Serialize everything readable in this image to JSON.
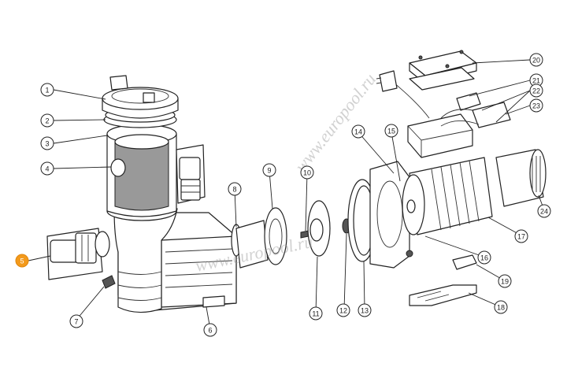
{
  "watermark": "www.europool.ru",
  "highlight_color": "#f39a1c",
  "callouts": [
    {
      "label": "1"
    },
    {
      "label": "2"
    },
    {
      "label": "3"
    },
    {
      "label": "4"
    },
    {
      "label": "5"
    },
    {
      "label": "6"
    },
    {
      "label": "7"
    },
    {
      "label": "8"
    },
    {
      "label": "9"
    },
    {
      "label": "10"
    },
    {
      "label": "11"
    },
    {
      "label": "12"
    },
    {
      "label": "13"
    },
    {
      "label": "14"
    },
    {
      "label": "15"
    },
    {
      "label": "16"
    },
    {
      "label": "17"
    },
    {
      "label": "18"
    },
    {
      "label": "19"
    },
    {
      "label": "20"
    },
    {
      "label": "21"
    },
    {
      "label": "22"
    },
    {
      "label": "23"
    },
    {
      "label": "24"
    }
  ],
  "highlighted_callout": "5"
}
